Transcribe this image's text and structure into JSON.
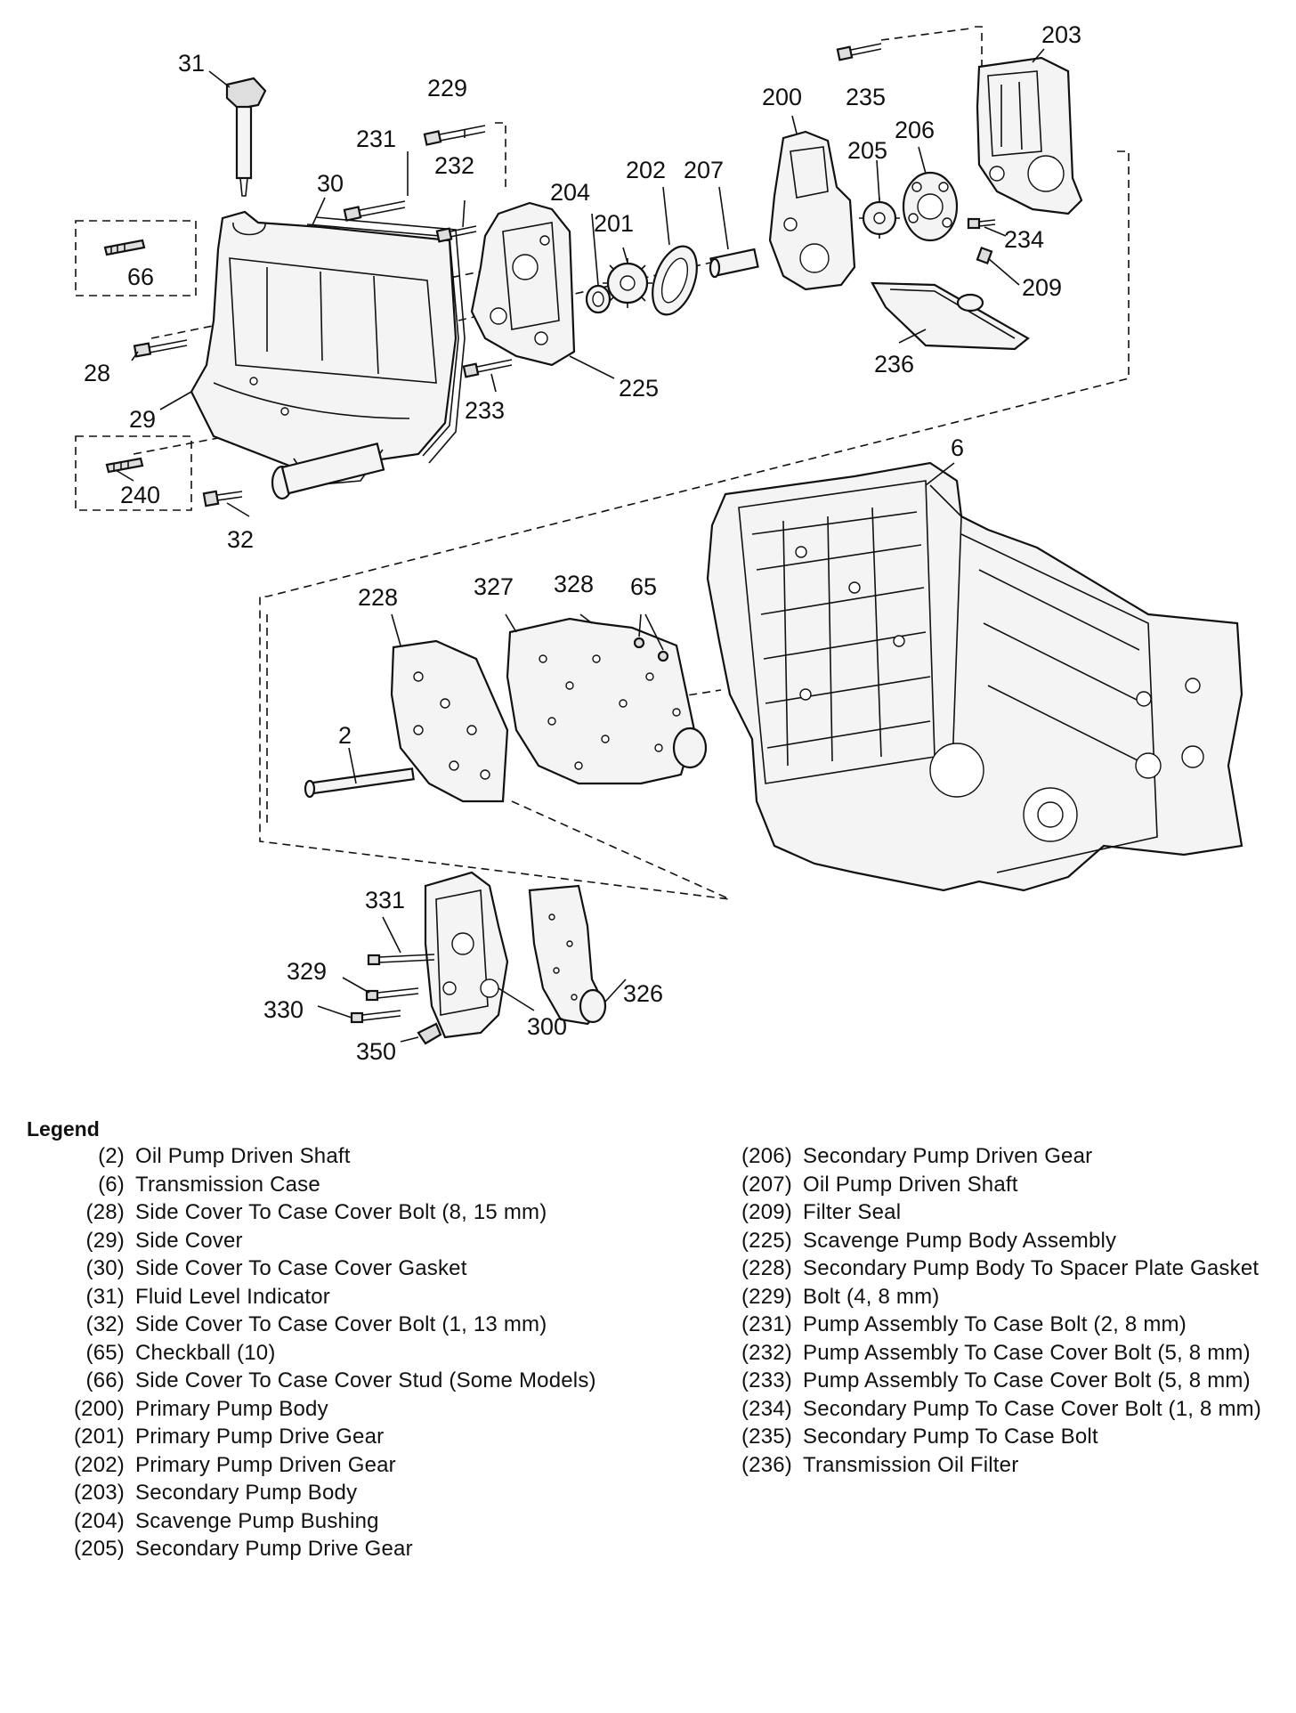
{
  "callouts": {
    "c2": "2",
    "c6": "6",
    "c28": "28",
    "c29": "29",
    "c30": "30",
    "c31": "31",
    "c32": "32",
    "c65": "65",
    "c66": "66",
    "c200": "200",
    "c201": "201",
    "c202": "202",
    "c203": "203",
    "c204": "204",
    "c205": "205",
    "c206": "206",
    "c207": "207",
    "c209": "209",
    "c225": "225",
    "c228": "228",
    "c229": "229",
    "c231": "231",
    "c232": "232",
    "c233": "233",
    "c234": "234",
    "c235": "235",
    "c236": "236",
    "c240": "240",
    "c300": "300",
    "c326": "326",
    "c327": "327",
    "c328": "328",
    "c329": "329",
    "c330": "330",
    "c331": "331",
    "c350": "350"
  },
  "legend": {
    "title": "Legend",
    "column_1": [
      {
        "num": "(2)",
        "text": "Oil Pump Driven Shaft"
      },
      {
        "num": "(6)",
        "text": "Transmission Case"
      },
      {
        "num": "(28)",
        "text": "Side Cover To Case Cover Bolt (8, 15 mm)"
      },
      {
        "num": "(29)",
        "text": "Side Cover"
      },
      {
        "num": "(30)",
        "text": "Side Cover To Case Cover Gasket"
      },
      {
        "num": "(31)",
        "text": "Fluid Level Indicator"
      },
      {
        "num": "(32)",
        "text": "Side Cover To Case Cover Bolt (1, 13 mm)"
      },
      {
        "num": "(65)",
        "text": "Checkball (10)"
      },
      {
        "num": "(66)",
        "text": "Side Cover To Case Cover Stud (Some Models)"
      },
      {
        "num": "(200)",
        "text": "Primary Pump Body"
      },
      {
        "num": "(201)",
        "text": "Primary Pump Drive Gear"
      },
      {
        "num": "(202)",
        "text": "Primary Pump Driven Gear"
      },
      {
        "num": "(203)",
        "text": "Secondary Pump Body"
      },
      {
        "num": "(204)",
        "text": "Scavenge Pump Bushing"
      },
      {
        "num": "(205)",
        "text": "Secondary Pump Drive Gear"
      }
    ],
    "column_2": [
      {
        "num": "(206)",
        "text": "Secondary Pump Driven Gear"
      },
      {
        "num": "(207)",
        "text": "Oil Pump Driven Shaft"
      },
      {
        "num": "(209)",
        "text": "Filter Seal"
      },
      {
        "num": "(225)",
        "text": "Scavenge Pump Body Assembly"
      },
      {
        "num": "(228)",
        "text": "Secondary Pump Body To Spacer Plate Gasket"
      },
      {
        "num": "(229)",
        "text": "Bolt (4, 8 mm)"
      },
      {
        "num": "(231)",
        "text": "Pump Assembly To Case Bolt (2, 8 mm)"
      },
      {
        "num": "(232)",
        "text": "Pump Assembly To Case Cover Bolt (5, 8 mm)"
      },
      {
        "num": "(233)",
        "text": "Pump Assembly To Case Cover Bolt (5, 8 mm)"
      },
      {
        "num": "(234)",
        "text": "Secondary Pump To Case Cover Bolt (1, 8 mm)"
      },
      {
        "num": "(235)",
        "text": "Secondary Pump To Case Bolt"
      },
      {
        "num": "(236)",
        "text": "Transmission Oil Filter"
      }
    ]
  }
}
